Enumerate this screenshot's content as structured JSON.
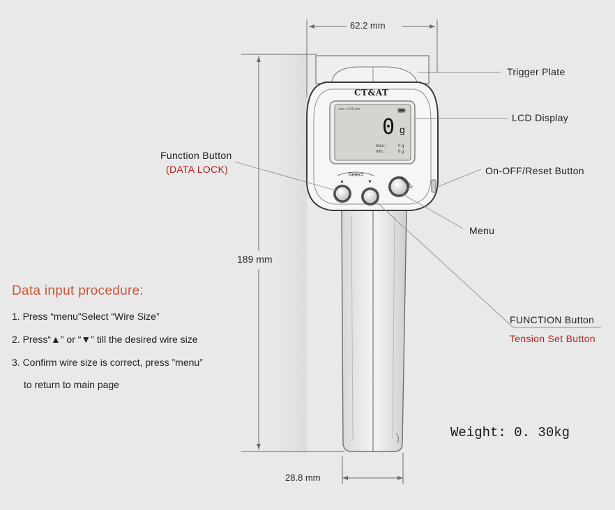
{
  "dimensions": {
    "width": "62.2 mm",
    "height": "189 mm",
    "handle_width": "28.8 mm"
  },
  "device": {
    "brand": "CT&AT",
    "lcd": {
      "wire_text": "wire: 0.04 mm",
      "reading_value": "0",
      "reading_unit": "g",
      "max_label": "max.:",
      "max_value": "0 g",
      "min_label": "min.:",
      "min_value": "0 g"
    },
    "select_label": "Select",
    "up_arrow": "▲",
    "down_arrow": "▼",
    "menu_label": "menu"
  },
  "callouts": {
    "trigger_plate": "Trigger Plate",
    "lcd_display": "LCD Display",
    "function_button": "Function Button",
    "data_lock": "(DATA LOCK)",
    "on_off_reset": "On-OFF/Reset Button",
    "menu": "Menu",
    "function_button_caps": "FUNCTION Button",
    "tension_set": "Tension Set Button"
  },
  "procedure": {
    "title": "Data input procedure:",
    "step1": "1. Press “menu”Select “Wire Size”",
    "step2": "2. Press“▲” or “▼” till the desired wire size",
    "step3a": "3. Confirm wire size is correct, press ”menu”",
    "step3b": "to return to main page"
  },
  "weight": "Weight: 0. 30kg",
  "colors": {
    "background": "#e9e9e9",
    "accent_red": "#b5201a",
    "procedure_title": "#c8573a"
  }
}
